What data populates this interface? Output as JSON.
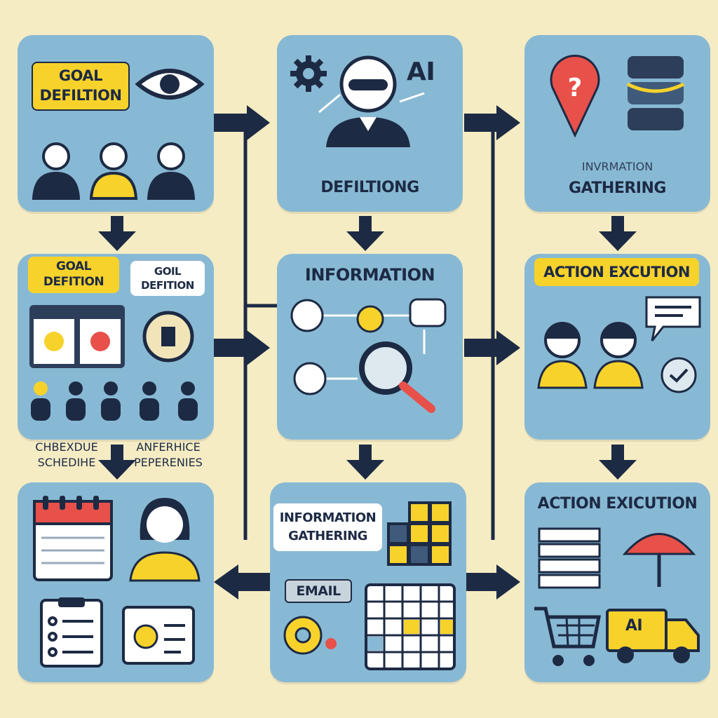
{
  "colors": {
    "background": "#f5ecc4",
    "card": "#88b9d4",
    "dark": "#1d2a44",
    "yellow": "#f7d22b",
    "red": "#e8504a"
  },
  "cards": {
    "top_left": {
      "tag": "GOAL\nDEFILTION"
    },
    "top_mid": {
      "tag": "AI",
      "caption": "DEFILTIONG"
    },
    "top_right": {
      "caption_top": "INVRMATION",
      "caption": "GATHERING"
    },
    "mid_left": {
      "tag_a": "GOAL\nDEFITION",
      "tag_b": "GOIL\nDEFITION"
    },
    "mid_mid": {
      "title": "INFORMATION"
    },
    "mid_right": {
      "title": "ACTION EXCUTION"
    },
    "bot_mid": {
      "tag": "INFORMATION\nGATHERING",
      "email": "EMAIL"
    },
    "bot_right": {
      "title": "ACTION EXICUTION",
      "truck": "AI"
    }
  },
  "between": {
    "left_a": "CHBEXDUE",
    "left_b": "SCHEDIHE",
    "right_a": "ANFERHICE",
    "right_b": "PEPERENIES"
  },
  "icons": [
    "eye-icon",
    "gear-icon",
    "ai-robot-icon",
    "map-pin-icon",
    "database-icon",
    "calendar-icon",
    "magnifier-icon",
    "chat-icon",
    "umbrella-icon",
    "cart-icon",
    "truck-icon",
    "checklist-icon",
    "puzzle-icon"
  ]
}
